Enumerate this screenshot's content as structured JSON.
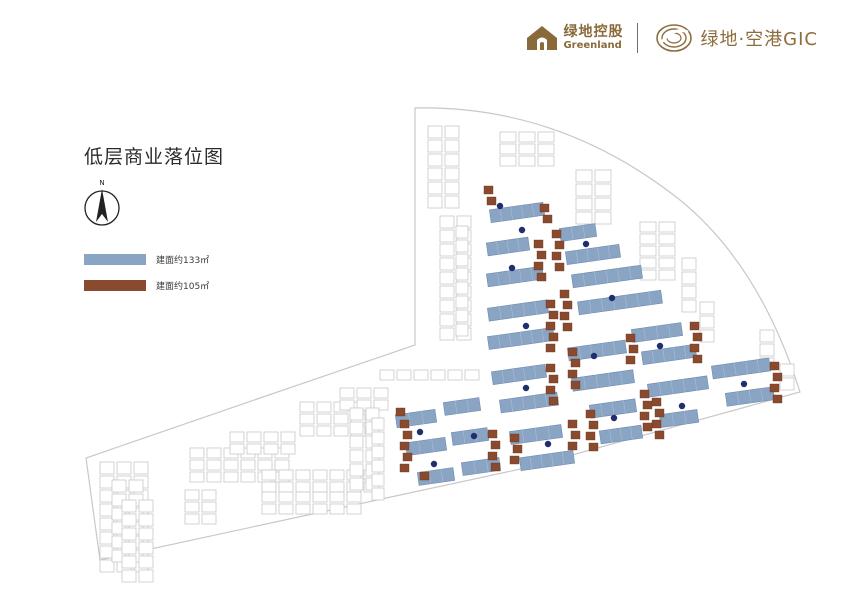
{
  "header": {
    "brand1_cn": "绿地控股",
    "brand1_en": "Greenland",
    "brand2_cn": "绿地·空港GIC"
  },
  "page_title": "低层商业落位图",
  "compass_label": "N",
  "legend": [
    {
      "label": "建面约133㎡",
      "color": "#8aa4c4"
    },
    {
      "label": "建面约105㎡",
      "color": "#8a4a2e"
    }
  ],
  "colors": {
    "gold": "#8a6a3a",
    "outline": "#c8c8c8",
    "block_fill": "#8aa4c4",
    "block_stroke": "#6f8bb0",
    "brown": "#8a4a2e",
    "marker": "#1f2f6e"
  }
}
